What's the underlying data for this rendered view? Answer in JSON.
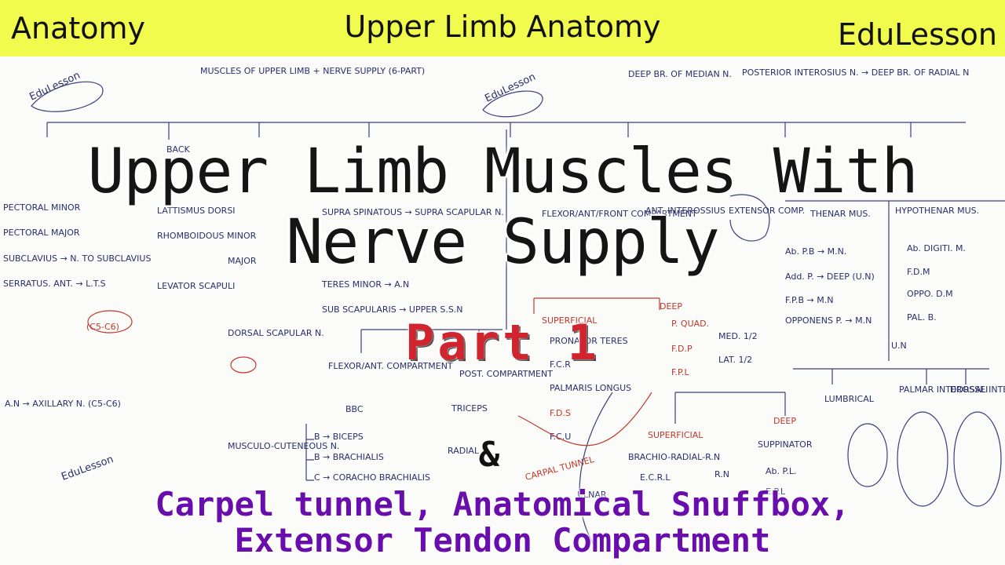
{
  "header": {
    "left": "Anatomy",
    "center": "Upper Limb Anatomy",
    "right": "EduLesson",
    "background": "#f1fb4d"
  },
  "title": {
    "line1": "Upper Limb Muscles With",
    "line2": "Nerve Supply",
    "part": "Part 1",
    "amp": "&",
    "sub1": "Carpel tunnel, Anatomical Snuffbox,",
    "sub2": "Extensor Tendon Compartment"
  },
  "colors": {
    "part": "#d0242f",
    "sub": "#6a0dad"
  },
  "notes": {
    "heading": "MUSCLES OF UPPER LIMB + NERVE SUPPLY (6-PART)",
    "watermark": "EduLesson",
    "back": "BACK",
    "pectoral_minor": "PECTORAL MINOR",
    "pectoral_major": "PECTORAL MAJOR",
    "subclavius": "SUBCLAVIUS → N. TO SUBCLAVIUS",
    "serratus": "SERRATUS. ANT. → L.T.S",
    "c5c6": "(C5-C6)",
    "latissimus": "LATTISMUS DORSI",
    "rhomboid_minor": "RHOMBOIDOUS MINOR",
    "major": "MAJOR",
    "levator": "LEVATOR SCAPULI",
    "dorsal": "DORSAL SCAPULAR N.",
    "axillary": "A.N → AXILLARY N. (C5-C6)",
    "supra": "SUPRA SPINATOUS → SUPRA SCAPULAR N.",
    "teres_minor": "TERES MINOR → A.N",
    "sub_scap": "SUB SCAPULARIS → UPPER S.S.N",
    "flexor_ant": "FLEXOR/ANT. COMPARTMENT",
    "bbc": "BBC",
    "musculo": "MUSCULO-CUTENEOUS N.",
    "biceps": "B → BICEPS",
    "brachialis": "B → BRACHIALIS",
    "coracho": "C → CORACHO BRACHIALIS",
    "post_comp": "POST. COMPARTMENT",
    "triceps": "TRICEPS",
    "radial": "RADIAL N.",
    "flexor_front": "FLEXOR/ANT/FRONT COMPARTMENT",
    "superficial": "SUPERFICIAL",
    "deep": "DEEP",
    "pronator": "PRONATOR TERES",
    "fcr": "F.C.R",
    "palmaris": "PALMARIS LONGUS",
    "fds": "F.D.S",
    "fcu": "F.C.U",
    "p_quad": "P. QUAD.",
    "fdp": "F.D.P",
    "fpl": "F.P.L",
    "med": "MED. 1/2",
    "lat": "LAT. 1/2",
    "ant_int": "ANT. INTEROSSIUS",
    "extensor": "EXTENSOR COMP.",
    "sup2": "SUPERFICIAL",
    "deep2": "DEEP",
    "brachio": "BRACHIO-RADIAL-R.N",
    "ecrl": "E.C.R.L",
    "rn": "R.N",
    "supinator": "SUPPINATOR",
    "abpl": "Ab. P.L.",
    "epl": "E.P.L",
    "deep_med": "DEEP BR. OF MEDIAN N.",
    "post_int": "POSTERIOR INTEROSIUS N. → DEEP BR. OF RADIAL N",
    "thenar": "THENAR MUS.",
    "hypo": "HYPOTHENAR MUS.",
    "abpb": "Ab. P.B → M.N.",
    "addp": "Add. P. → DEEP (U.N)",
    "fpb": "F.P.B → M.N",
    "opponens": "OPPONENS P. → M.N",
    "abdm": "Ab. DIGITI. M.",
    "fdm": "F.D.M",
    "odm": "OPPO. D.M",
    "palb": "PAL. B.",
    "un": "U.N",
    "lumbrical": "LUMBRICAL",
    "palmar_int": "PALMAR INTEROSSEI",
    "dorsal_int": "DORSAL INTEROSSEI",
    "carpal": "CARPAL TUNNEL",
    "ulnar": "ULNAR"
  }
}
